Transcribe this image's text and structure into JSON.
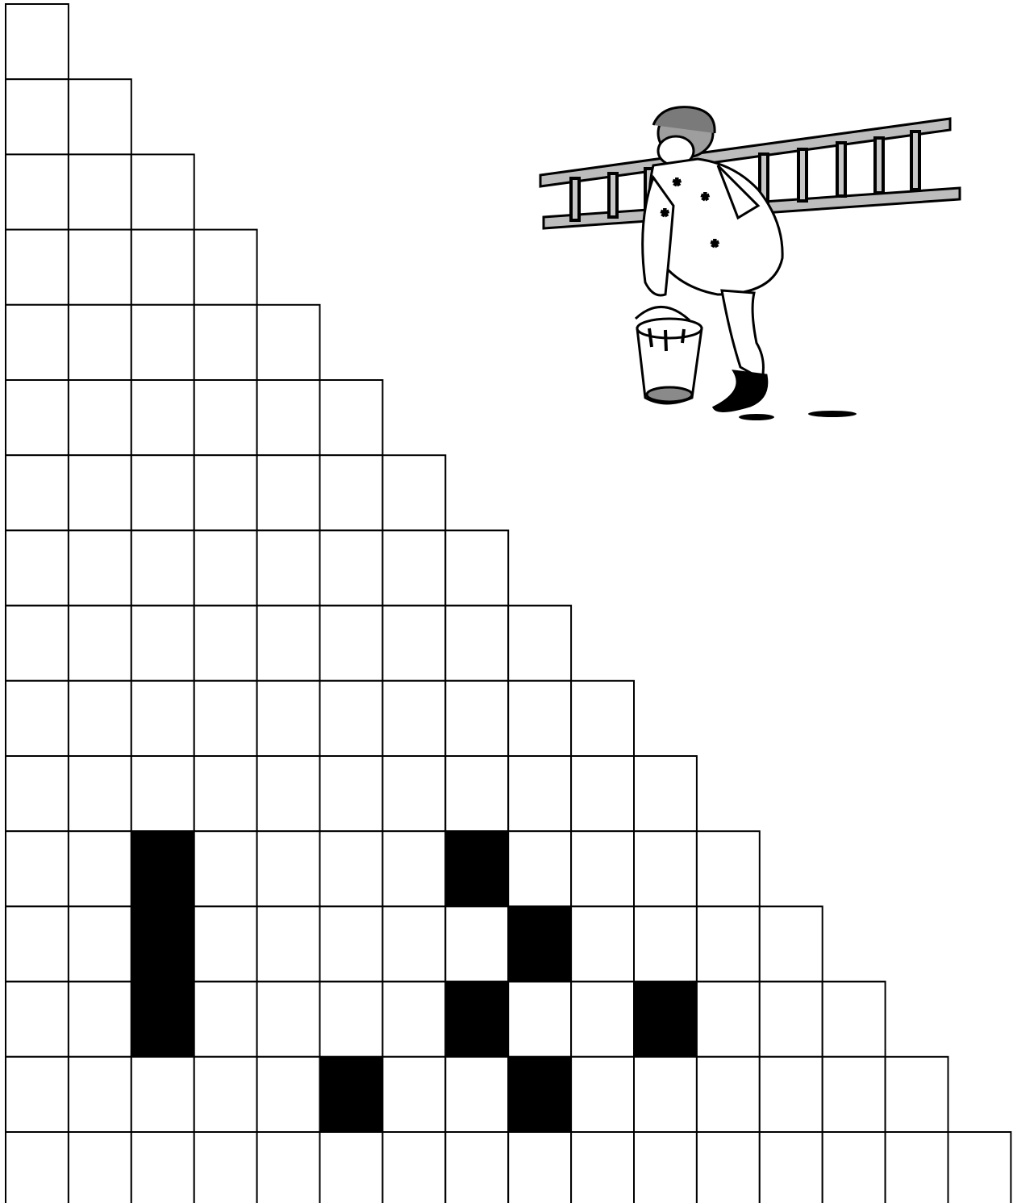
{
  "puzzle": {
    "type": "staircase-crossword-grid",
    "rows": 16,
    "row_lengths": [
      1,
      2,
      3,
      4,
      5,
      6,
      7,
      8,
      9,
      10,
      11,
      12,
      13,
      14,
      15,
      16
    ],
    "blocked_cells": [
      [
        11,
        2
      ],
      [
        11,
        7
      ],
      [
        12,
        2
      ],
      [
        12,
        8
      ],
      [
        13,
        2
      ],
      [
        13,
        7
      ],
      [
        13,
        10
      ],
      [
        14,
        5
      ],
      [
        14,
        8
      ]
    ],
    "colors": {
      "line": "#000000",
      "cell": "#ffffff",
      "blocked": "#000000"
    }
  },
  "illustration": {
    "subject": "painter-carrying-ladder-and-paint-bucket-icon"
  }
}
